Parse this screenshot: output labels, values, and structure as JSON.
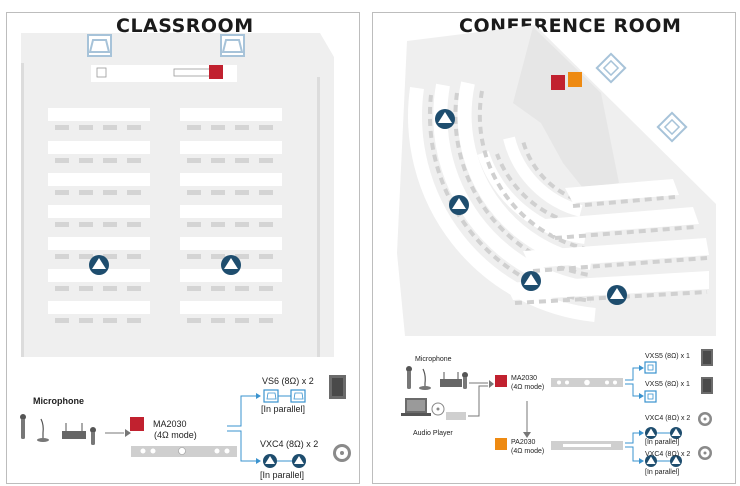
{
  "classroom": {
    "title": "CLASSROOM",
    "input_label": "Microphone",
    "amp_model": "MA2030",
    "amp_mode": "(4Ω mode)",
    "speaker1": "VS6 (8Ω) x 2",
    "speaker1_note": "[In parallel]",
    "speaker2": "VXC4 (8Ω) x 2",
    "speaker2_note": "[In parallel]"
  },
  "conference": {
    "title": "CONFERENCE ROOM",
    "input_label_1": "Microphone",
    "input_label_2": "Audio Player",
    "amp1_model": "MA2030",
    "amp1_mode": "(4Ω mode)",
    "amp2_model": "PA2030",
    "amp2_mode": "(4Ω mode)",
    "speaker1": "VXS5 (8Ω) x 1",
    "speaker2": "VXS5 (8Ω) x 1",
    "speaker3": "VXC4 (8Ω) x 2",
    "speaker3_note": "[In parallel]",
    "speaker4": "VXC4 (8Ω) x 2",
    "speaker4_note": "[In parallel]"
  },
  "colors": {
    "amp_red": "#c1212f",
    "amp_orange": "#ee8a12",
    "ceiling_speaker": "#1e4d6e",
    "wall_speaker": "#a7c3d9",
    "floor": "#efefef",
    "wire": "#3a93cf"
  }
}
